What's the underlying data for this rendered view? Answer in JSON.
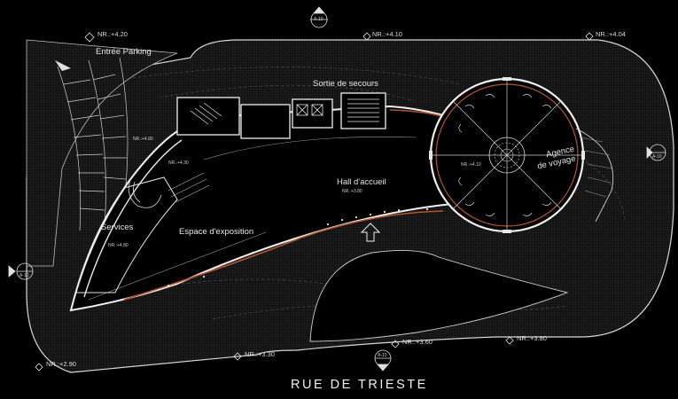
{
  "labels": {
    "entree_parking": "Entrée Parking",
    "sortie_secours": "Sortie de secours",
    "hall_accueil": "Hall d'accueil",
    "espace_exposition": "Espace d'exposition",
    "services": "Services",
    "agence_line1": "Agence",
    "agence_line2": "de voyage",
    "street": "RUE   DE   TRIESTE"
  },
  "levels": {
    "nr_420": "NR.:+4.20",
    "nr_410": "NR.:+4.10",
    "nr_404": "NR.:+4.04",
    "nr_290": "NR.:+2.90",
    "nr_330": "NR.:+3.30",
    "nr_360": "NR.:+3.60",
    "nr_380": "NR.:+3.80",
    "inner_480": "NR.:+4.80",
    "inner_430": "NR.:+4.30",
    "inner_380": "NR.:+3.80",
    "inner_410": "NR.:+4.10",
    "inner_480b": "NR.:+4.80"
  },
  "section_marks": {
    "top": "A-10",
    "right": "A-10",
    "left": "A-10",
    "bottom": "A-10"
  },
  "colors": {
    "background": "#000000",
    "line": "#e8e8e8",
    "site": "#1c1c1c",
    "accent_glass": "#b4552d"
  }
}
